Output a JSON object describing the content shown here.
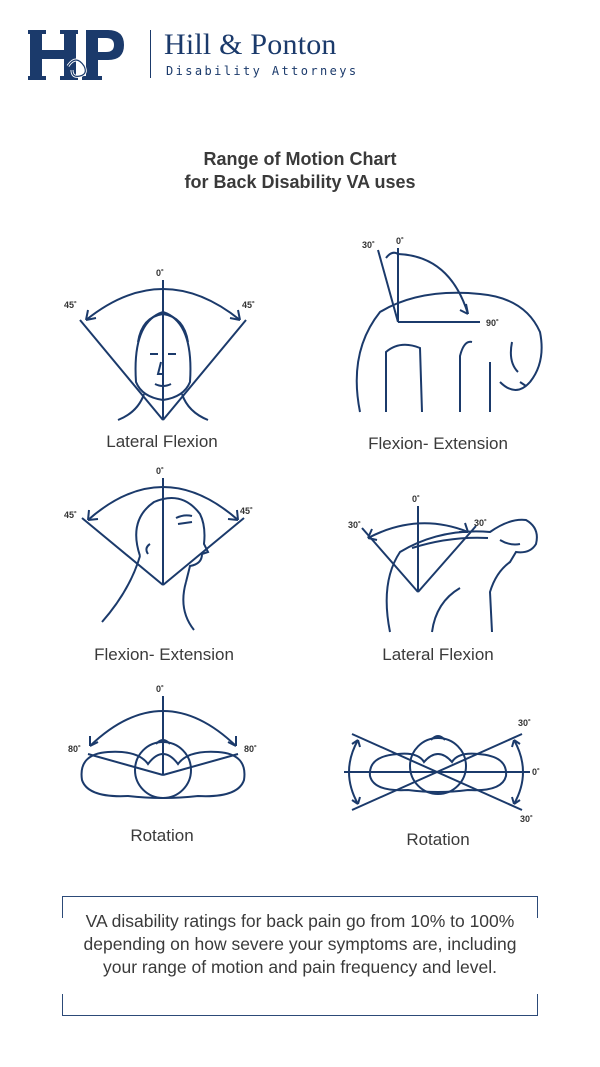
{
  "brand": {
    "name": "Hill & Ponton",
    "tagline": "Disability Attorneys",
    "primary_color": "#1b3a6b"
  },
  "title": {
    "line1": "Range of Motion Chart",
    "line2": "for Back Disability VA uses"
  },
  "diagrams": [
    {
      "caption": "Lateral Flexion",
      "labels": [
        "0˚",
        "45˚",
        "45˚"
      ]
    },
    {
      "caption": "Flexion- Extension",
      "labels": [
        "30˚",
        "0˚",
        "90˚"
      ]
    },
    {
      "caption": "Flexion- Extension",
      "labels": [
        "0˚",
        "45˚",
        "45˚"
      ]
    },
    {
      "caption": "Lateral Flexion",
      "labels": [
        "0˚",
        "30˚",
        "30˚"
      ]
    },
    {
      "caption": "Rotation",
      "labels": [
        "0˚",
        "80˚",
        "80˚"
      ]
    },
    {
      "caption": "Rotation",
      "labels": [
        "30˚",
        "0˚",
        "30˚"
      ]
    }
  ],
  "note": "VA disability ratings for back pain go from 10% to 100% depending on how severe your symptoms are, including your range of motion and pain frequency and level."
}
